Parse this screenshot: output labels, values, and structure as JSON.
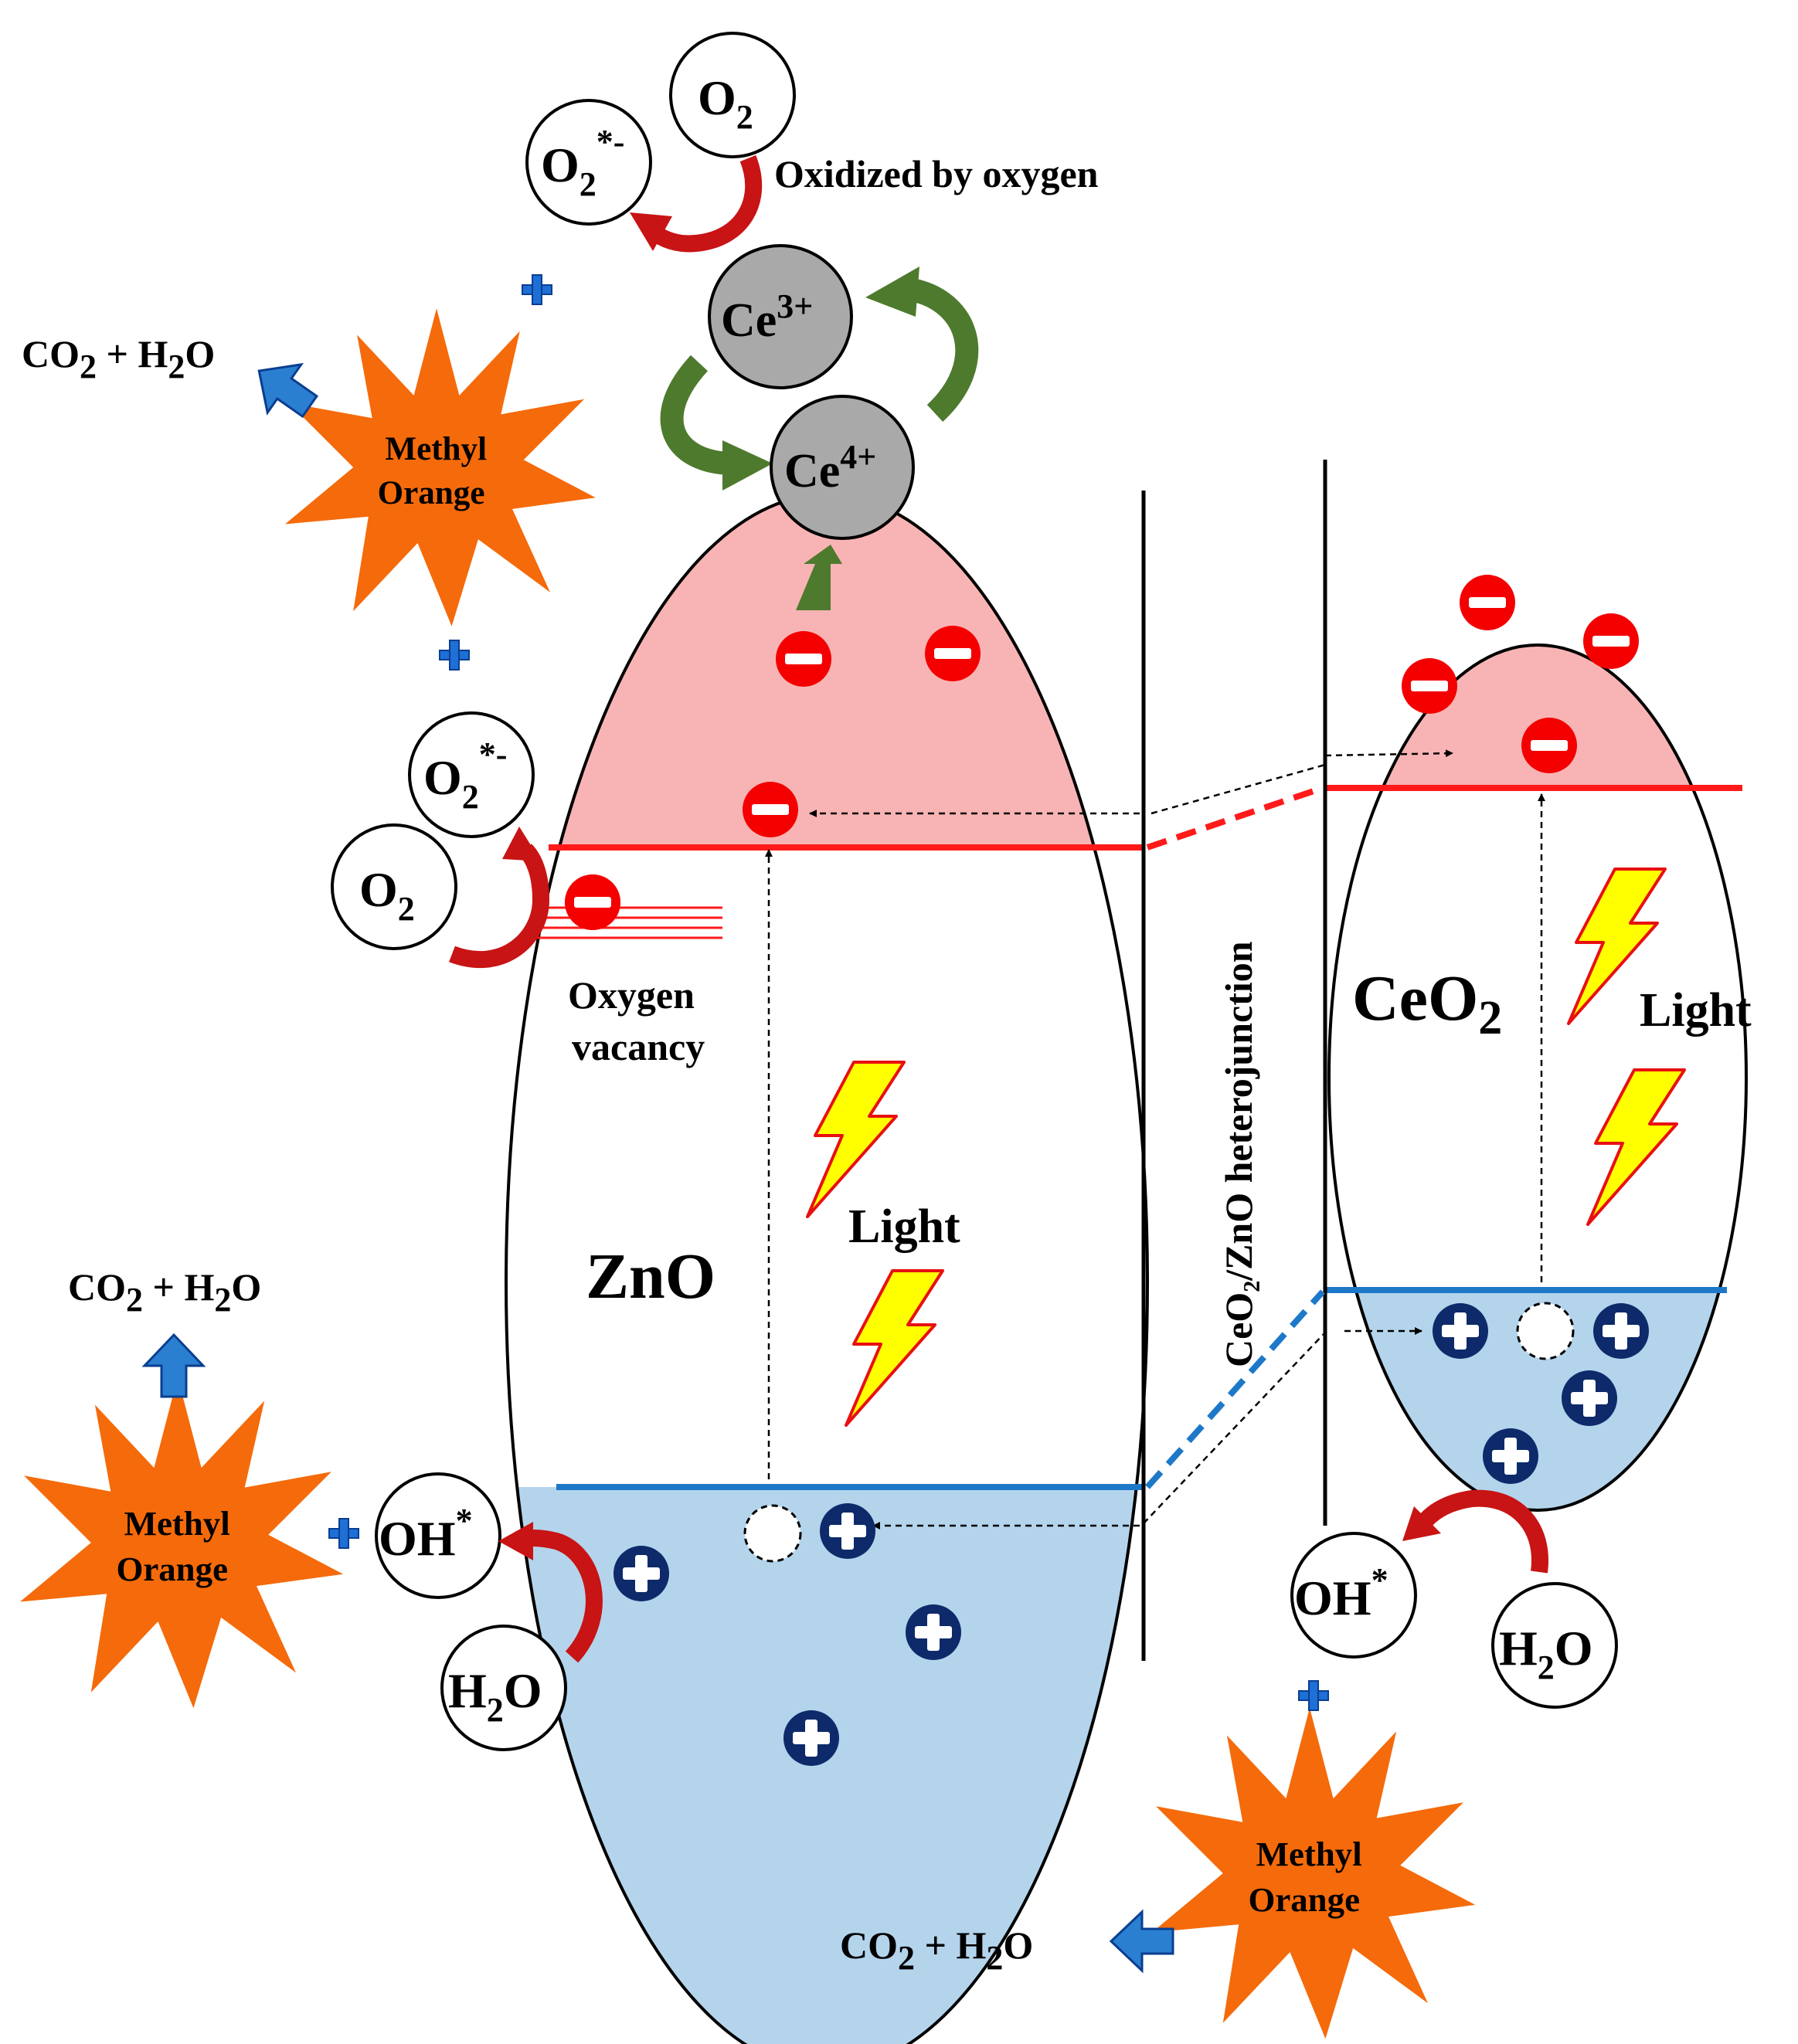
{
  "labels": {
    "zno": "ZnO",
    "ceo2_main": "CeO",
    "ceo2_sub": "2",
    "light_zno": "Light",
    "light_ceo2": "Light",
    "oxygen_vacancy_line1": "Oxygen",
    "oxygen_vacancy_line2": "vacancy",
    "heterojunction": "CeO₂/ZnO heterojunction",
    "oxidized_by_oxygen": "Oxidized by oxygen"
  },
  "ions": {
    "ce3": {
      "base": "Ce",
      "sup": "3+"
    },
    "ce4": {
      "base": "Ce",
      "sup": "4+"
    }
  },
  "molecules": {
    "o2": {
      "base": "O",
      "sub": "2"
    },
    "superoxide": {
      "base": "O",
      "sub": "2",
      "sup": "*-"
    },
    "oh_radical": {
      "base": "OH",
      "sup": "*"
    },
    "h2o": {
      "pre": "H",
      "sub": "2",
      "post": "O"
    }
  },
  "products": {
    "pre": "CO",
    "sub1": "2",
    "mid": " + H",
    "sub2": "2",
    "post": "O"
  },
  "pollutant": {
    "line1": "Methyl",
    "line2": "Orange"
  },
  "colors": {
    "conduction_band": "#F8B4B4",
    "valence_band": "#B4D4EC",
    "cb_edge": "#FF1A1A",
    "vb_edge": "#1E78C8",
    "electron": "#F40000",
    "hole": "#0E2A6A",
    "ce_ion": "#A9A9A9",
    "green_arrow": "#4E7A2E",
    "red_arrow": "#C81414",
    "blue_arrow": "#2A7FD0",
    "starburst": "#F56A0A",
    "lightning": "#FFFF00"
  }
}
